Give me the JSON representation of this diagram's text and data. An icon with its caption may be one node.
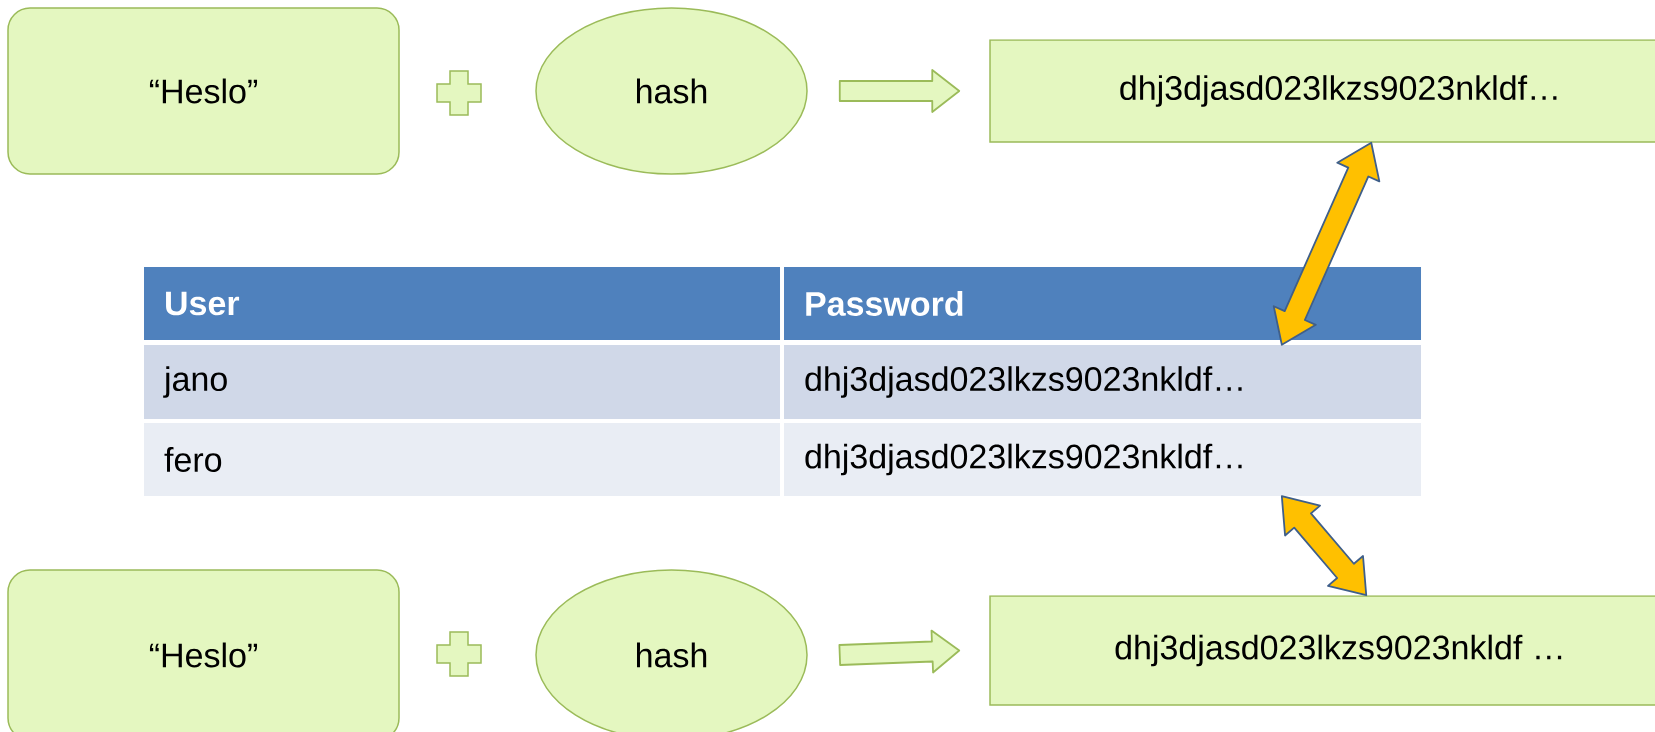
{
  "diagram": {
    "nodes": [
      {
        "text": [
          "“Heslo”"
        ]
      },
      {
        "text": [
          "hash"
        ]
      },
      {
        "text": [
          "dhj3djasd023lkzs9023nkldf…"
        ]
      },
      {
        "text": [
          "User"
        ]
      },
      {
        "text": [
          "Password"
        ]
      },
      {
        "text": [
          "jano"
        ]
      },
      {
        "text": [
          "dhj3djasd023lkzs9023nkldf…"
        ]
      },
      {
        "text": [
          "fero"
        ]
      },
      {
        "text": [
          "dhj3djasd023lkzs9023nkldf…"
        ]
      },
      {
        "text": [
          "“Heslo”"
        ]
      },
      {
        "text": [
          "hash"
        ]
      },
      {
        "text": [
          "dhj3djasd023lkzs9023nkldf …"
        ]
      }
    ],
    "edges": [
      {
        "from": 1,
        "to": 2,
        "arrow": "to"
      },
      {
        "from": 2,
        "to": 6,
        "arrow": "both",
        "color": "#ffc000"
      },
      {
        "from": 8,
        "to": 11,
        "arrow": "both",
        "color": "#ffc000"
      },
      {
        "from": 10,
        "to": 11,
        "arrow": "to"
      }
    ]
  }
}
